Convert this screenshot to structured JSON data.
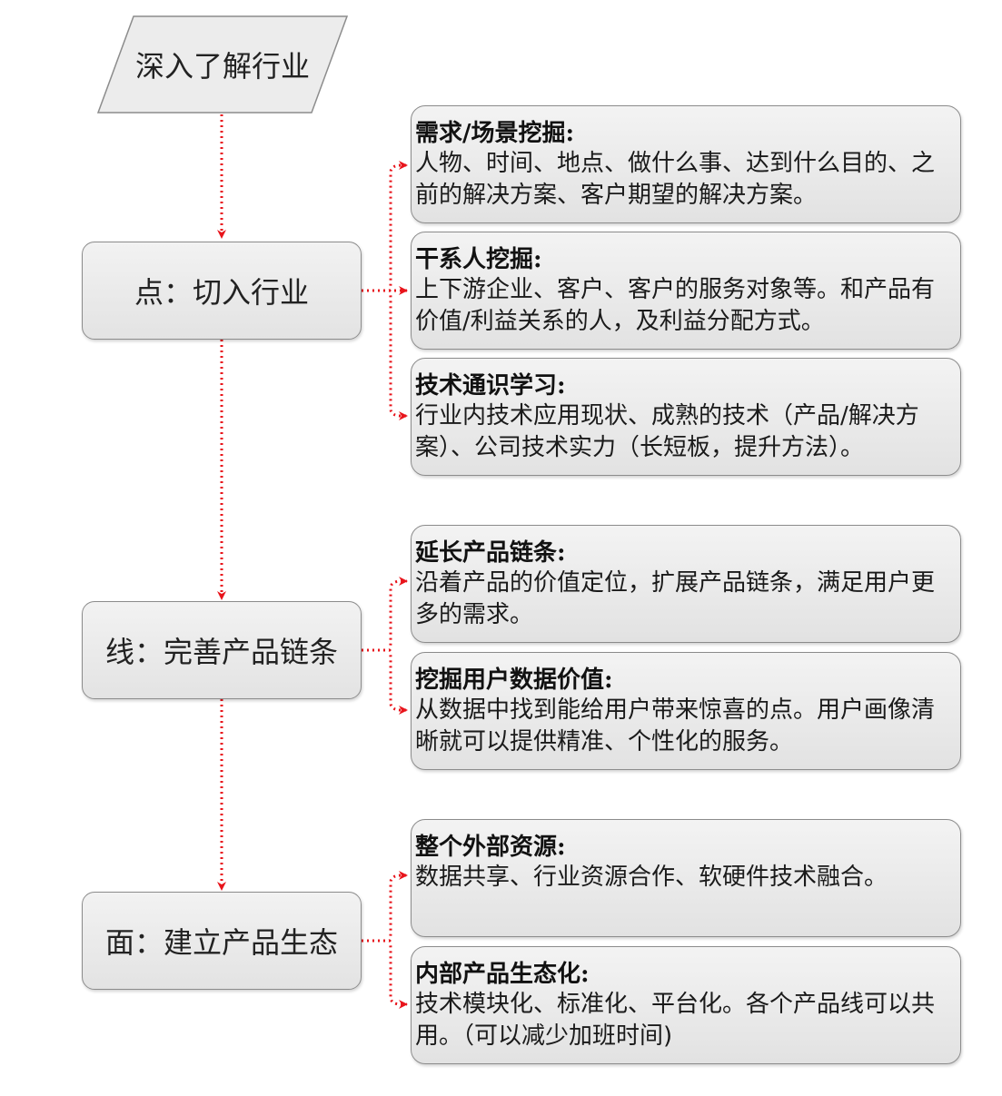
{
  "flow": {
    "start": "深入了解行业",
    "levels": [
      {
        "label": "点：切入行业",
        "items": [
          {
            "title": "需求/场景挖掘:",
            "body": "人物、时间、地点、做什么事、达到什么目的、之前的解决方案、客户期望的解决方案。"
          },
          {
            "title": "干系人挖掘:",
            "body": "上下游企业、客户、客户的服务对象等。和产品有价值/利益关系的人，及利益分配方式。"
          },
          {
            "title": "技术通识学习:",
            "body": "行业内技术应用现状、成熟的技术（产品/解决方案）、公司技术实力（长短板，提升方法）。"
          }
        ]
      },
      {
        "label": "线：完善产品链条",
        "items": [
          {
            "title": "延长产品链条:",
            "body": "沿着产品的价值定位，扩展产品链条，满足用户更多的需求。"
          },
          {
            "title": "挖掘用户数据价值:",
            "body": "从数据中找到能给用户带来惊喜的点。用户画像清晰就可以提供精准、个性化的服务。"
          }
        ]
      },
      {
        "label": "面：建立产品生态",
        "items": [
          {
            "title": "整个外部资源:",
            "body": "数据共享、行业资源合作、软硬件技术融合。"
          },
          {
            "title": "内部产品生态化:",
            "body": "技术模块化、标准化、平台化。各个产品线可以共用。（可以减少加班时间)"
          }
        ]
      }
    ]
  },
  "colors": {
    "connector": "#e8141b",
    "node_border": "#8c8c8c",
    "node_fill": "#e8e8e8"
  }
}
